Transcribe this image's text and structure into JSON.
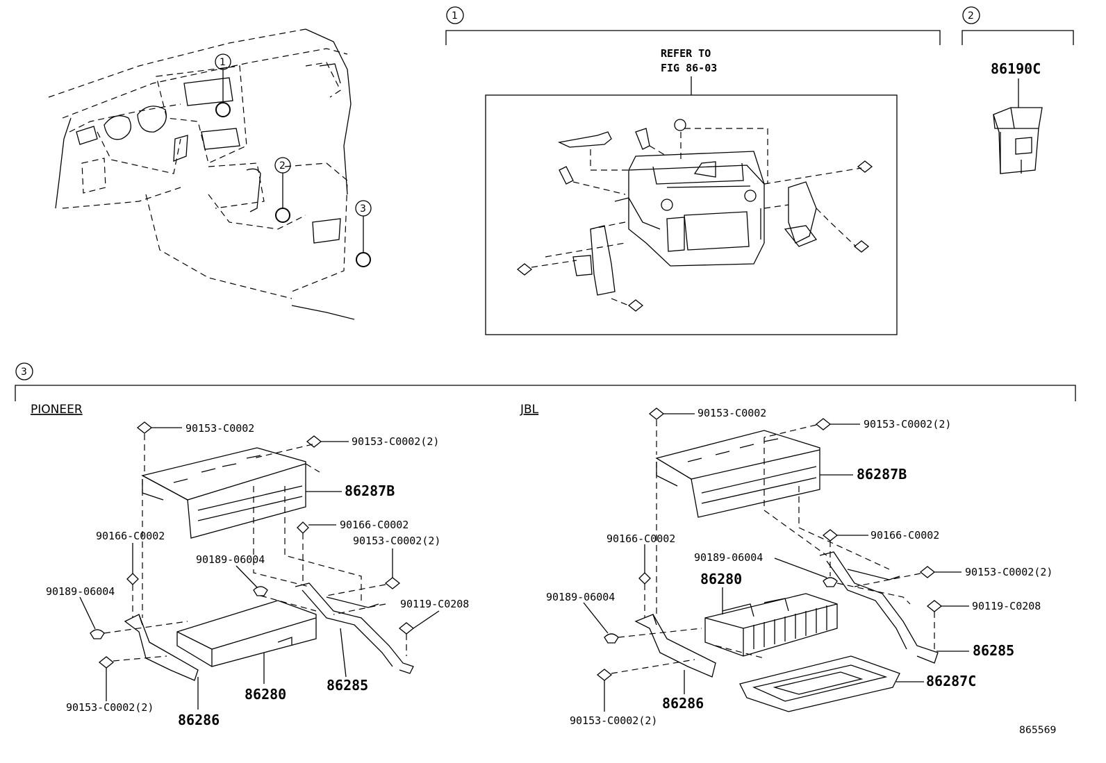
{
  "callouts": {
    "c1": "1",
    "c2": "2",
    "c3": "3"
  },
  "refer": {
    "line1": "REFER TO",
    "line2": "FIG 86-03"
  },
  "section2_part": "86190C",
  "pioneer": {
    "title": "PIONEER",
    "labels": {
      "bolt_top": "90153-C0002",
      "bolt_top_right": "90153-C0002(2)",
      "bracket_upper": "86287B",
      "screw_left": "90166-C0002",
      "screw_mid": "90166-C0002",
      "bolt_right": "90153-C0002(2)",
      "clip_mid": "90189-06004",
      "clip_left": "90189-06004",
      "screw_right": "90119-C0208",
      "bolt_bottom": "90153-C0002(2)",
      "amp": "86280",
      "bracket_right": "86285",
      "bracket_left": "86286"
    }
  },
  "jbl": {
    "title": "JBL",
    "labels": {
      "bolt_top": "90153-C0002",
      "bolt_top_right": "90153-C0002(2)",
      "bracket_upper": "86287B",
      "screw_right": "90166-C0002",
      "screw_left": "90166-C0002",
      "clip_mid": "90189-06004",
      "amp": "86280",
      "bolt_right": "90153-C0002(2)",
      "clip_left": "90189-06004",
      "screw_far_right": "90119-C0208",
      "bracket_right": "86285",
      "tray": "86287C",
      "bracket_left": "86286",
      "bolt_bottom": "90153-C0002(2)"
    }
  },
  "diagram_id": "865569"
}
